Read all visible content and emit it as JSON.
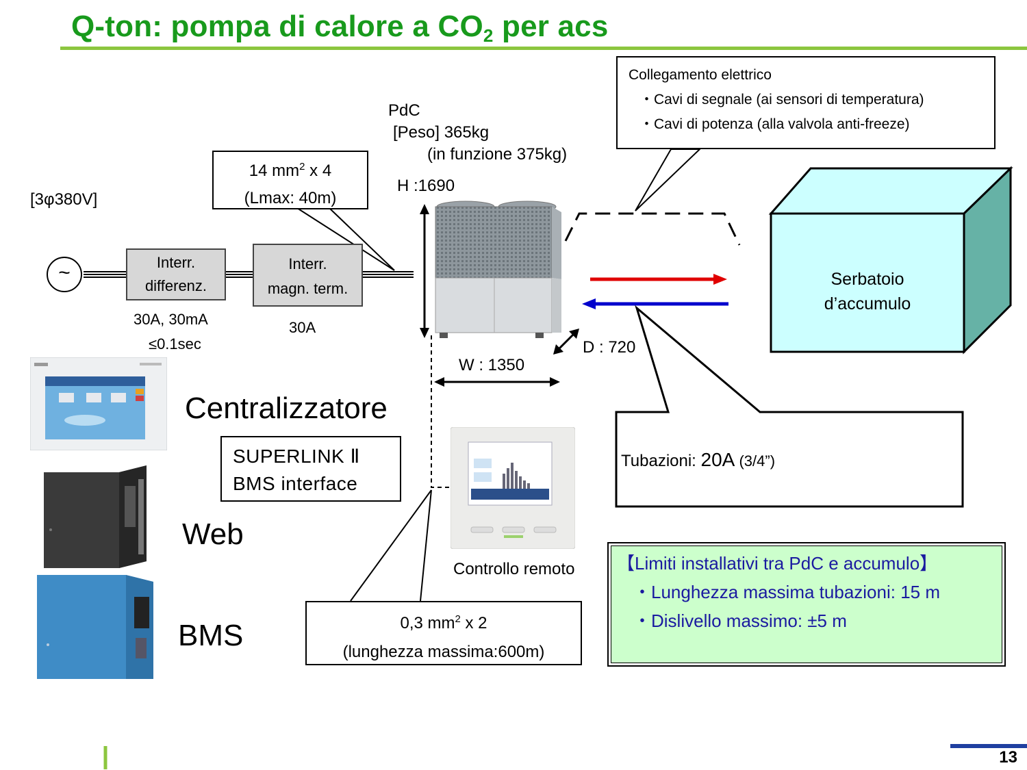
{
  "title": {
    "text": "Q-ton: pompa di calore a CO",
    "sub": "2",
    "suffix": " per acs"
  },
  "page_number": "13",
  "electrical": {
    "title": "Collegamento elettrico",
    "line1": "・Cavi di segnale (ai sensori di temperatura)",
    "line2": "・Cavi di potenza  (alla valvola anti-freeze)"
  },
  "pdc": {
    "label": "PdC",
    "weight": "[Peso] 365kg",
    "operating": "(in funzione 375kg)",
    "height": "H :1690",
    "width": "W : 1350",
    "depth": "D : 720"
  },
  "cable_power": {
    "line1": "14 mm",
    "sup": "2",
    "line1b": " x 4",
    "line2": "(Lmax: 40m)"
  },
  "supply": "[3φ380V]",
  "source_symbol": "~",
  "rcd": {
    "line1": "Interr.",
    "line2": "differenz.",
    "rating1": "30A, 30mA",
    "rating2": "≤0.1sec"
  },
  "mcb": {
    "line1": "Interr.",
    "line2": "magn. term.",
    "rating": "30A"
  },
  "tank": {
    "line1": "Serbatoio",
    "line2": "d’accumulo"
  },
  "piping": {
    "label": "Tubazioni: ",
    "size": "20A",
    "inch": " (3/4”)"
  },
  "centralizer": "Centralizzatore",
  "superlink": {
    "line1": "SUPERLINK Ⅱ",
    "line2": "BMS interface"
  },
  "web": "Web",
  "bms": "BMS",
  "remote": "Controllo remoto",
  "signal_cable": {
    "line1": "0,3 mm",
    "sup": "2",
    "line1b": " x 2",
    "line2": "(lunghezza massima:600m)"
  },
  "limits": {
    "title": "【Limiti installativi tra PdC e accumulo】",
    "line1": "・Lunghezza massima tubazioni: 15 m",
    "line2": "・Dislivello massimo: ±5 m"
  },
  "colors": {
    "title": "#189a1c",
    "accent_line": "#8cc63f",
    "tank_front": "#ccffff",
    "tank_side": "#66b2a6",
    "limits_bg": "#ccffcc",
    "limits_text": "#1a1aa0",
    "hot": "#e00000",
    "cold": "#0000cc",
    "footer_line": "#1f3fa0"
  },
  "icons": {
    "source": "ac-source-icon",
    "hp": "heat-pump-unit-icon",
    "centralizer": "touch-panel-icon",
    "web": "web-gateway-icon",
    "bms": "bms-gateway-icon",
    "remote": "remote-controller-icon"
  }
}
